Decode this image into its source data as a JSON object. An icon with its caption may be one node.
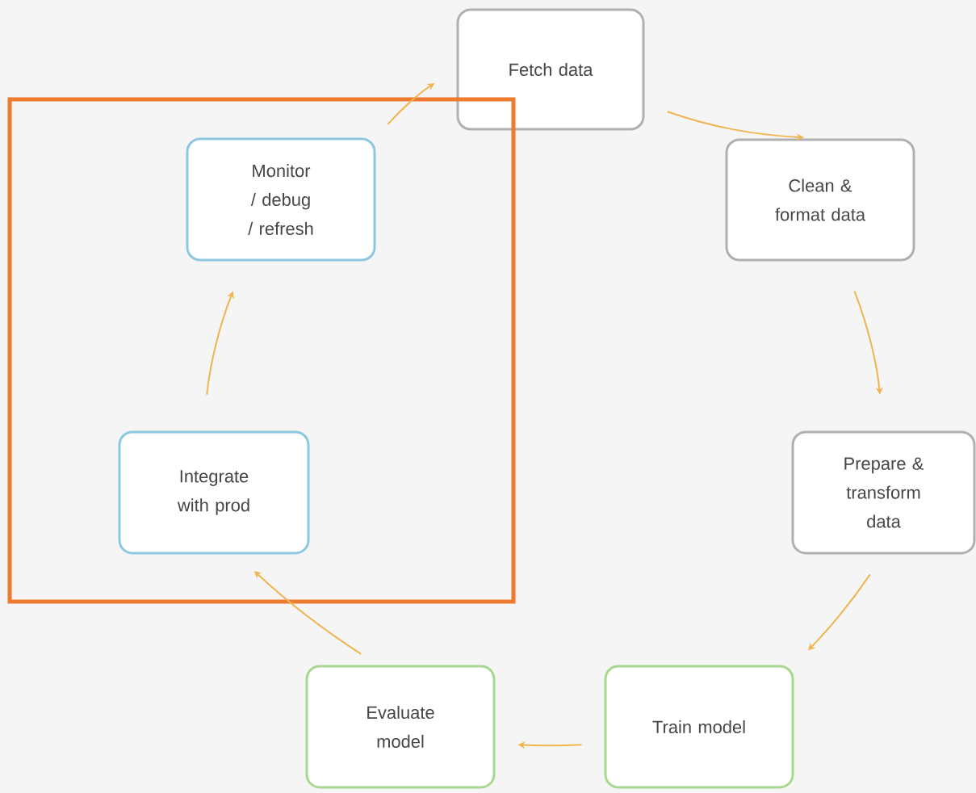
{
  "diagram": {
    "nodes": [
      {
        "text": [
          "Fetch data"
        ]
      },
      {
        "text": [
          "Clean & format data"
        ]
      },
      {
        "text": [
          "Prepare & transform data"
        ]
      },
      {
        "text": [
          "Train model"
        ]
      },
      {
        "text": [
          "Evaluate model"
        ]
      },
      {
        "text": [],
        "shape": "box"
      },
      {
        "text": [
          "Integrate with prod"
        ],
        "in": 5
      },
      {
        "text": [
          "Monitor / debug / refresh"
        ],
        "in": 5
      }
    ],
    "edges": [
      {
        "from": 0,
        "to": 1,
        "arrow": "to"
      },
      {
        "from": 1,
        "to": 2,
        "arrow": "to"
      },
      {
        "from": 2,
        "to": 3,
        "arrow": "to"
      },
      {
        "from": 3,
        "to": 4,
        "arrow": "to"
      },
      {
        "from": 4,
        "to": 6,
        "arrow": "to"
      },
      {
        "from": 6,
        "to": 7,
        "arrow": "to"
      },
      {
        "from": 7,
        "to": 0,
        "arrow": "to"
      }
    ]
  }
}
